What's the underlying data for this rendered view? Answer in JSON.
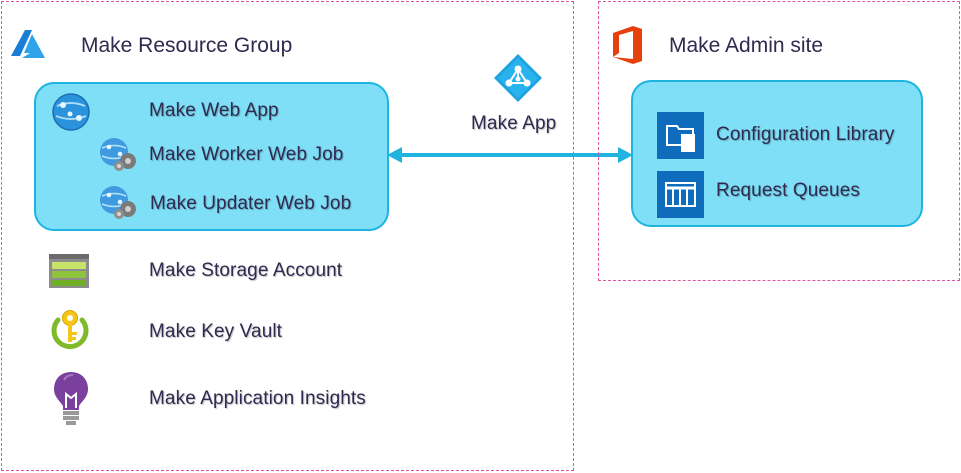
{
  "resource_group": {
    "title": "Make Resource Group",
    "icon": "azure-icon",
    "app_services": [
      {
        "label": "Make Web App",
        "icon": "web-app-icon"
      },
      {
        "label": "Make Worker Web Job",
        "icon": "web-job-icon"
      },
      {
        "label": "Make Updater Web Job",
        "icon": "web-job-icon"
      }
    ],
    "resources": [
      {
        "label": "Make Storage Account",
        "icon": "storage-icon"
      },
      {
        "label": "Make Key Vault",
        "icon": "key-vault-icon"
      },
      {
        "label": "Make Application Insights",
        "icon": "lightbulb-icon"
      }
    ]
  },
  "connector": {
    "label": "Make App",
    "icon": "app-registration-icon"
  },
  "admin_site": {
    "title": "Make Admin site",
    "icon": "office-icon",
    "items": [
      {
        "label": "Configuration Library",
        "icon": "library-icon"
      },
      {
        "label": "Request Queues",
        "icon": "list-icon"
      }
    ]
  },
  "colors": {
    "dashed_border": "#e0559b",
    "box_fill": "#7fdff6",
    "box_border": "#1fb4e0",
    "arrow": "#1fb4e0",
    "text": "#2f2a50",
    "sharepoint_tile": "#0f6cbd",
    "office_red": "#e8400c"
  }
}
